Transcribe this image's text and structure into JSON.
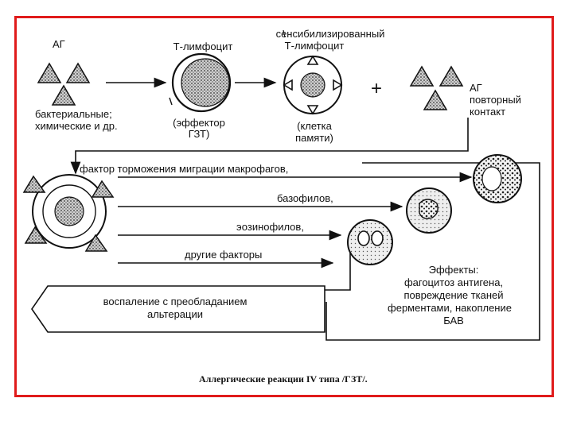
{
  "labels": {
    "ag_top": "АГ",
    "bacterial": "бактериальные;",
    "chemical": "химические и др.",
    "t_lymphocyte": "Т-лимфоцит",
    "effector_1": "(эффектор",
    "effector_2": "ГЗТ)",
    "sensitized_1": "сенсибилизированный",
    "sensitized_2": "Т-лимфоцит",
    "memory_1": "(клетка",
    "memory_2": "памяти)",
    "plus": "+",
    "ag_repeat_1": "АГ",
    "ag_repeat_2": "повторный",
    "ag_repeat_3": "контакт",
    "factor_migration": "фактор торможения миграции макрофагов,",
    "basophils": "базофилов,",
    "eosinophils": "эозинофилов,",
    "other_factors": "другие факторы",
    "effects_1": "Эффекты:",
    "effects_2": "фагоцитоз антигена,",
    "effects_3": "повреждение тканей",
    "effects_4": "ферментами, накопление",
    "effects_5": "БАВ",
    "inflammation_1": "воспаление с преобладанием",
    "inflammation_2": "альтерации",
    "caption": "Аллергические реакции IV типа /ГЗТ/."
  },
  "colors": {
    "frame": "#e01b1b",
    "ink": "#111111"
  }
}
